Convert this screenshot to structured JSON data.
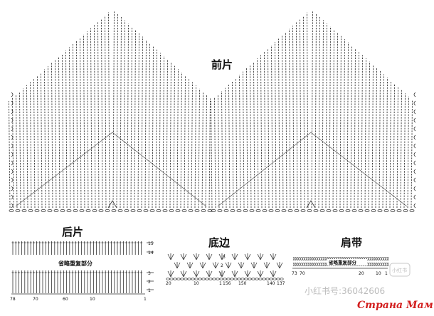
{
  "front_panel": {
    "title": "前片",
    "halves": 2
  },
  "back_panel": {
    "title": "后片",
    "omitted_label": "省略重复部分",
    "row_labels": [
      "15",
      "14",
      "3",
      "2",
      "1"
    ],
    "column_numbers": [
      "78",
      "70",
      "60",
      "10",
      "1"
    ]
  },
  "bottom_edge": {
    "title": "底边",
    "row_labels": [
      "3",
      "2",
      "1"
    ],
    "column_numbers": [
      "20",
      "10",
      "1",
      "156",
      "150",
      "140",
      "137"
    ]
  },
  "shoulder_strap": {
    "title": "肩带",
    "omitted_label": "省略重复部分",
    "column_numbers": [
      "73",
      "70",
      "20",
      "10",
      "1"
    ]
  },
  "watermarks": {
    "source_text": "小红书号:36042606",
    "brand": "Страна Мам",
    "logo_text": "小红书"
  },
  "colors": {
    "ink": "#222222",
    "paper": "#ffffff",
    "watermark_red": "#d21d1d",
    "watermark_gray": "#bcbcbc"
  }
}
